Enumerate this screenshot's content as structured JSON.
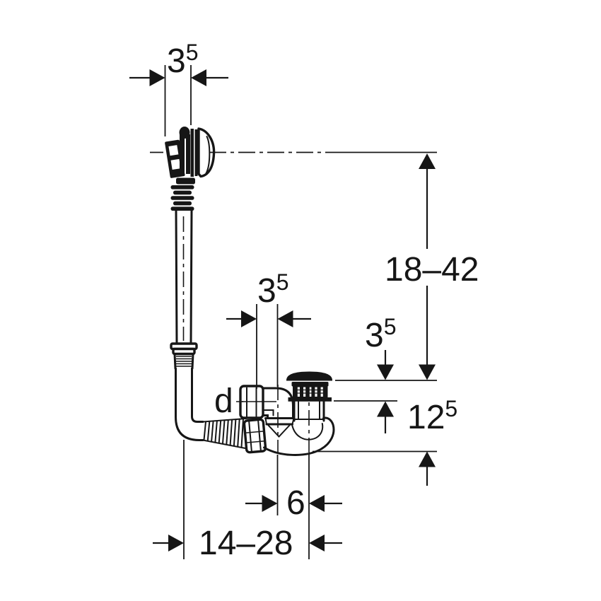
{
  "drawing": {
    "background": "#ffffff",
    "line_color": "#161616",
    "description": "bath-drain-with-overflow-technical-dimension-drawing",
    "labels": {
      "top_offset": {
        "value": "3",
        "sup": "5"
      },
      "mid_offset": {
        "value": "3",
        "sup": "5"
      },
      "height_range": "18–42",
      "strainer_height": {
        "value": "3",
        "sup": "5"
      },
      "trap_depth": {
        "value": "12",
        "sup": "5"
      },
      "outlet_offset": "6",
      "width_range": "14–28",
      "diameter": "d"
    }
  }
}
